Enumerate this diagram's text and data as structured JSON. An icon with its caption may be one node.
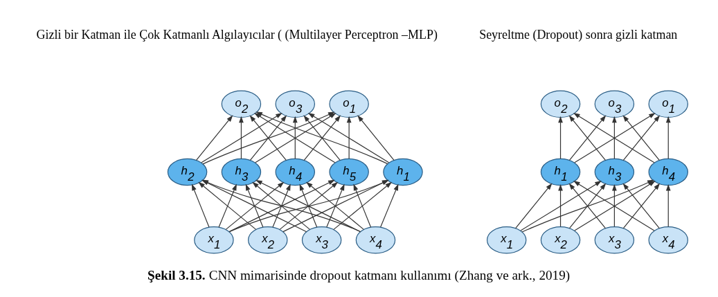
{
  "diagram": {
    "caption": "**Şekil 3.15.** CNN mimarisinde dropout katmanı kullanımı (Zhang ve ark., 2019)",
    "nodes": [
      {
        "text": [
          "o$_{1}$"
        ]
      },
      {
        "text": [
          "o$_{2}$"
        ]
      },
      {
        "text": [
          "o$_{3}$"
        ]
      },
      {
        "text": [
          "h$_{1}$"
        ]
      },
      {
        "text": [
          "h$_{2}$"
        ]
      },
      {
        "text": [
          "h$_{3}$"
        ]
      },
      {
        "text": [
          "h$_{4}$"
        ]
      },
      {
        "text": [
          "h$_{5}$"
        ]
      },
      {
        "text": [
          "x$_{1}$"
        ]
      },
      {
        "text": [
          "x$_{2}$"
        ]
      },
      {
        "text": [
          "x$_{3}$"
        ]
      },
      {
        "text": [
          "x$_{4}$"
        ]
      },
      {
        "text": [
          "o$_{1}$"
        ]
      },
      {
        "text": [
          "o$_{2}$"
        ]
      },
      {
        "text": [
          "o$_{3}$"
        ]
      },
      {
        "text": [
          "h$_{1}$"
        ]
      },
      {
        "text": [
          "h$_{3}$"
        ]
      },
      {
        "text": [
          "h$_{4}$"
        ]
      },
      {
        "text": [
          "x$_{1}$"
        ]
      },
      {
        "text": [
          "x$_{2}$"
        ]
      },
      {
        "text": [
          "x$_{3}$"
        ]
      },
      {
        "text": [
          "x$_{4}$"
        ]
      }
    ],
    "edges": [
      {
        "from": 8,
        "to": 3,
        "arrow": "to"
      },
      {
        "from": 8,
        "to": 4,
        "arrow": "to"
      },
      {
        "from": 8,
        "to": 5,
        "arrow": "to"
      },
      {
        "from": 8,
        "to": 6,
        "arrow": "to"
      },
      {
        "from": 8,
        "to": 7,
        "arrow": "to"
      },
      {
        "from": 9,
        "to": 3,
        "arrow": "to"
      },
      {
        "from": 9,
        "to": 4,
        "arrow": "to"
      },
      {
        "from": 9,
        "to": 5,
        "arrow": "to"
      },
      {
        "from": 9,
        "to": 6,
        "arrow": "to"
      },
      {
        "from": 9,
        "to": 7,
        "arrow": "to"
      },
      {
        "from": 10,
        "to": 3,
        "arrow": "to"
      },
      {
        "from": 10,
        "to": 4,
        "arrow": "to"
      },
      {
        "from": 10,
        "to": 5,
        "arrow": "to"
      },
      {
        "from": 10,
        "to": 6,
        "arrow": "to"
      },
      {
        "from": 10,
        "to": 7,
        "arrow": "to"
      },
      {
        "from": 11,
        "to": 3,
        "arrow": "to"
      },
      {
        "from": 11,
        "to": 4,
        "arrow": "to"
      },
      {
        "from": 11,
        "to": 5,
        "arrow": "to"
      },
      {
        "from": 11,
        "to": 6,
        "arrow": "to"
      },
      {
        "from": 11,
        "to": 7,
        "arrow": "to"
      },
      {
        "from": 3,
        "to": 0,
        "arrow": "to"
      },
      {
        "from": 3,
        "to": 1,
        "arrow": "to"
      },
      {
        "from": 3,
        "to": 2,
        "arrow": "to"
      },
      {
        "from": 4,
        "to": 0,
        "arrow": "to"
      },
      {
        "from": 4,
        "to": 1,
        "arrow": "to"
      },
      {
        "from": 4,
        "to": 2,
        "arrow": "to"
      },
      {
        "from": 5,
        "to": 0,
        "arrow": "to"
      },
      {
        "from": 5,
        "to": 1,
        "arrow": "to"
      },
      {
        "from": 5,
        "to": 2,
        "arrow": "to"
      },
      {
        "from": 6,
        "to": 0,
        "arrow": "to"
      },
      {
        "from": 6,
        "to": 1,
        "arrow": "to"
      },
      {
        "from": 6,
        "to": 2,
        "arrow": "to"
      },
      {
        "from": 7,
        "to": 0,
        "arrow": "to"
      },
      {
        "from": 7,
        "to": 1,
        "arrow": "to"
      },
      {
        "from": 7,
        "to": 2,
        "arrow": "to"
      },
      {
        "from": 18,
        "to": 15,
        "arrow": "to"
      },
      {
        "from": 18,
        "to": 16,
        "arrow": "to"
      },
      {
        "from": 18,
        "to": 17,
        "arrow": "to"
      },
      {
        "from": 19,
        "to": 15,
        "arrow": "to"
      },
      {
        "from": 19,
        "to": 16,
        "arrow": "to"
      },
      {
        "from": 19,
        "to": 17,
        "arrow": "to"
      },
      {
        "from": 20,
        "to": 15,
        "arrow": "to"
      },
      {
        "from": 20,
        "to": 16,
        "arrow": "to"
      },
      {
        "from": 20,
        "to": 17,
        "arrow": "to"
      },
      {
        "from": 21,
        "to": 15,
        "arrow": "to"
      },
      {
        "from": 21,
        "to": 16,
        "arrow": "to"
      },
      {
        "from": 21,
        "to": 17,
        "arrow": "to"
      },
      {
        "from": 15,
        "to": 12,
        "arrow": "to"
      },
      {
        "from": 15,
        "to": 13,
        "arrow": "to"
      },
      {
        "from": 15,
        "to": 14,
        "arrow": "to"
      },
      {
        "from": 16,
        "to": 12,
        "arrow": "to"
      },
      {
        "from": 16,
        "to": 13,
        "arrow": "to"
      },
      {
        "from": 16,
        "to": 14,
        "arrow": "to"
      },
      {
        "from": 17,
        "to": 12,
        "arrow": "to"
      },
      {
        "from": 17,
        "to": 13,
        "arrow": "to"
      },
      {
        "from": 17,
        "to": 14,
        "arrow": "to"
      }
    ],
    "labels": [
      "Gizli bir Katman ile Çok Katmanlı Algılayıcılar ( (Multilayer Perceptron –MLP)",
      "Seyreltme (Dropout) sonra gizli katman"
    ]
  }
}
